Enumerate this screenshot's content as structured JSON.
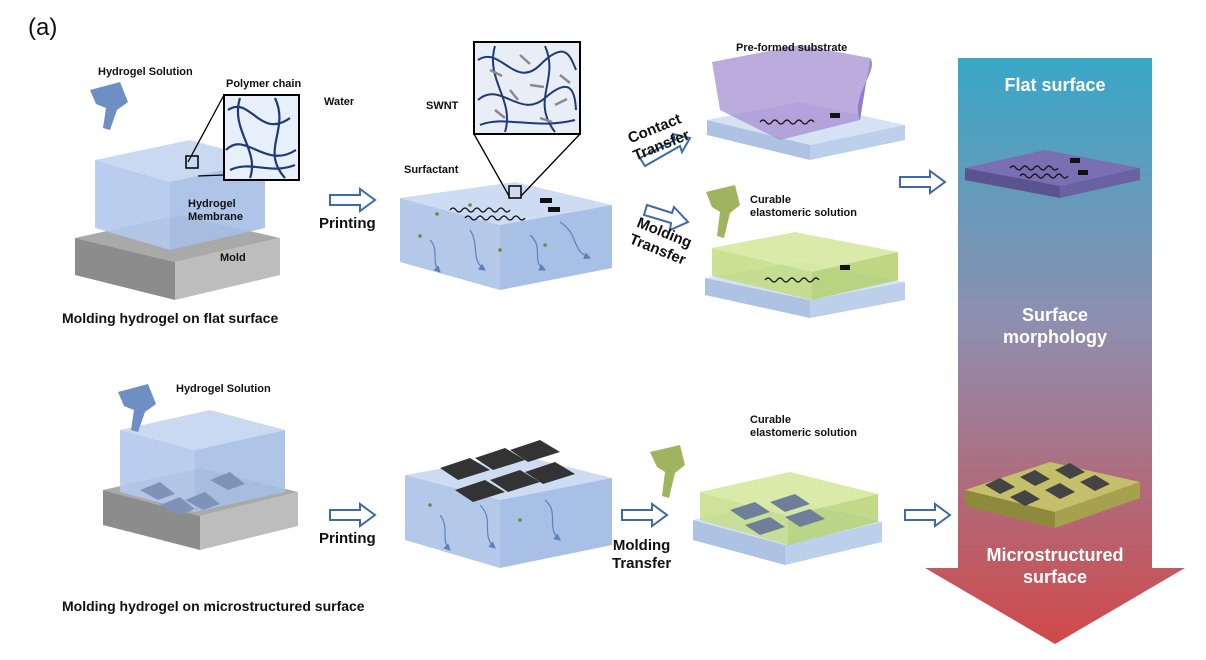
{
  "panel_label": "(a)",
  "top_row": {
    "hydrogel_solution": "Hydrogel Solution",
    "polymer_chain": "Polymer chain",
    "water": "Water",
    "hydrogel_membrane": "Hydrogel\nMembrane",
    "mold": "Mold",
    "printing": "Printing",
    "swnt": "SWNT",
    "surfactant": "Surfactant",
    "contact_transfer": "Contact\nTransfer",
    "molding_transfer": "Molding\nTransfer",
    "pre_formed_substrate": "Pre-formed substrate",
    "curable_solution": "Curable\nelastomeric solution",
    "caption": "Molding hydrogel on flat surface"
  },
  "bottom_row": {
    "hydrogel_solution": "Hydrogel Solution",
    "printing": "Printing",
    "molding_transfer": "Molding\nTransfer",
    "curable_solution": "Curable\nelastomeric solution",
    "caption": "Molding hydrogel on microstructured surface"
  },
  "side_bar": {
    "top": "Flat surface",
    "middle": "Surface\nmorphology",
    "bottom": "Microstructured\nsurface",
    "colors": {
      "top": "#3aa6c6",
      "bottom": "#cf4a4a"
    }
  }
}
